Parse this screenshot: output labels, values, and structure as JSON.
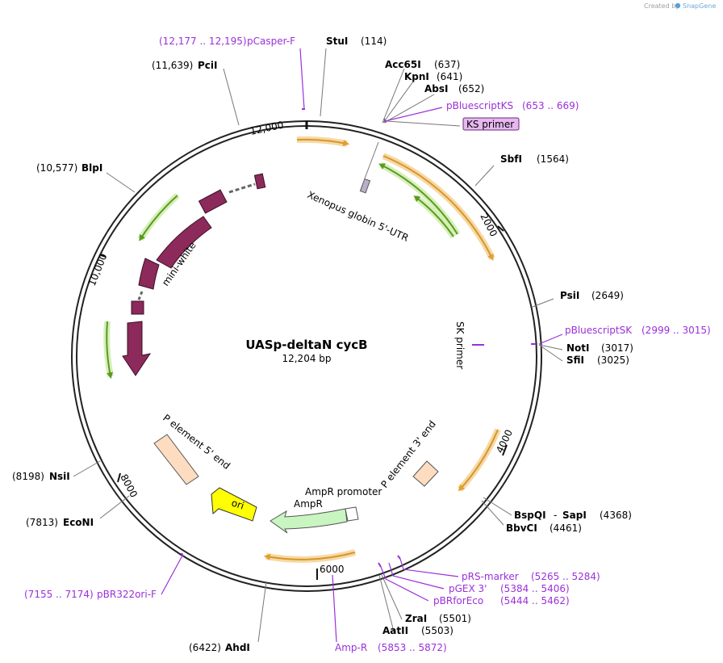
{
  "credit": "Created by",
  "credit_brand": "SnapGene",
  "plasmid": {
    "name": "UASp-deltaN cycB",
    "size": "12,204 bp"
  },
  "ticks": {
    "t2000": "2000",
    "t4000": "4000",
    "t6000": "6000",
    "t8000": "8000",
    "t10000": "10,000",
    "t12000": "12,000"
  },
  "sites": {
    "stui": {
      "name": "StuI",
      "pos": "(114)"
    },
    "pcii": {
      "name": "PciI",
      "pos": "(11,639)"
    },
    "acc65i": {
      "name": "Acc65I",
      "pos": "(637)"
    },
    "kpni": {
      "name": "KpnI",
      "pos": "(641)"
    },
    "absi": {
      "name": "AbsI",
      "pos": "(652)"
    },
    "sbfi": {
      "name": "SbfI",
      "pos": "(1564)"
    },
    "blpi": {
      "name": "BlpI",
      "pos": "(10,577)"
    },
    "psii": {
      "name": "PsiI",
      "pos": "(2649)"
    },
    "noti": {
      "name": "NotI",
      "pos": "(3017)"
    },
    "sfii": {
      "name": "SfiI",
      "pos": "(3025)"
    },
    "nsii": {
      "name": "NsiI",
      "pos": "(8198)"
    },
    "econi": {
      "name": "EcoNI",
      "pos": "(7813)"
    },
    "bspqi": {
      "name": "BspQI",
      "dash": "- ",
      "name2": "SapI",
      "pos": "(4368)"
    },
    "bbvci": {
      "name": "BbvCI",
      "pos": "(4461)"
    },
    "zrai": {
      "name": "ZraI",
      "pos": "(5501)"
    },
    "aatii": {
      "name": "AatII",
      "pos": "(5503)"
    },
    "ahdi": {
      "name": "AhdI",
      "pos": "(6422)"
    }
  },
  "primers": {
    "pcasper": {
      "name": "pCasper-F",
      "range": "(12,177 .. 12,195)"
    },
    "pbluks": {
      "name": "pBluescriptKS",
      "range": "(653 .. 669)"
    },
    "ksprimer": {
      "name": "KS primer"
    },
    "pblusk": {
      "name": "pBluescriptSK",
      "range": "(2999 .. 3015)"
    },
    "prs": {
      "name": "pRS-marker",
      "range": "(5265 .. 5284)"
    },
    "pgex": {
      "name": "pGEX 3'",
      "range": "(5384 .. 5406)"
    },
    "pbrfor": {
      "name": "pBRforEco",
      "range": "(5444 .. 5462)"
    },
    "ampr": {
      "name": "Amp-R",
      "range": "(5853 .. 5872)"
    },
    "pbr322": {
      "name": "pBR322ori-F",
      "range": "(7155 .. 7174)"
    }
  },
  "features": {
    "xenopus": "Xenopus globin 5'-UTR",
    "miniwhite": "mini-white",
    "skprimer": "SK primer",
    "pe5": "P element 5' end",
    "pe3": "P element 3' end",
    "amprpromoter": "AmpR promoter",
    "ampr": "AmpR",
    "ori": "ori"
  },
  "colors": {
    "backbone": "#222222",
    "orange_arrow": "#e8a23a",
    "green_arrow": "#7ab33a",
    "miniwhite": "#8b2a5b",
    "ampr_fill": "#c8f5c0",
    "pelement_fill": "#fddcc0",
    "ori_fill": "#ffff00",
    "primer": "#9b30d9"
  }
}
